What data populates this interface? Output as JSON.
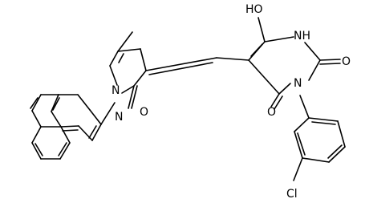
{
  "labels": {
    "ho": "HO",
    "nh": "NH",
    "o_urea": "O",
    "n3": "N",
    "o_c4": "O",
    "n1_pyrazole": "N",
    "n2_pyrazole": "N",
    "o_pyrazolone": "O",
    "cl": "Cl"
  }
}
